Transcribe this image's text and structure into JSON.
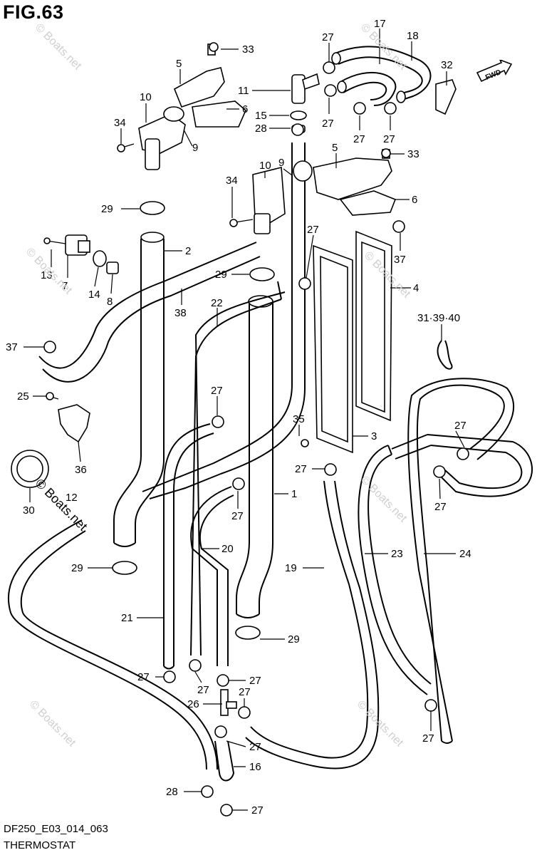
{
  "figure": {
    "title": "FIG.63",
    "code": "DF250_E03_014_063",
    "name": "THERMOSTAT",
    "fwd_label": "FWD",
    "watermark": "© Boats.net"
  },
  "callouts": [
    {
      "id": "c33a",
      "label": "33"
    },
    {
      "id": "c5a",
      "label": "5"
    },
    {
      "id": "c10a",
      "label": "10"
    },
    {
      "id": "c6a",
      "label": "6"
    },
    {
      "id": "c34a",
      "label": "34"
    },
    {
      "id": "c9a",
      "label": "9"
    },
    {
      "id": "c29a",
      "label": "29"
    },
    {
      "id": "c27a",
      "label": "27"
    },
    {
      "id": "c17",
      "label": "17"
    },
    {
      "id": "c18",
      "label": "18"
    },
    {
      "id": "c32",
      "label": "32"
    },
    {
      "id": "c11",
      "label": "11"
    },
    {
      "id": "c15",
      "label": "15"
    },
    {
      "id": "c28a",
      "label": "28"
    },
    {
      "id": "c27b",
      "label": "27"
    },
    {
      "id": "c27c",
      "label": "27"
    },
    {
      "id": "c27d",
      "label": "27"
    },
    {
      "id": "c33b",
      "label": "33"
    },
    {
      "id": "c5b",
      "label": "5"
    },
    {
      "id": "c10b",
      "label": "10"
    },
    {
      "id": "c9b",
      "label": "9"
    },
    {
      "id": "c6b",
      "label": "6"
    },
    {
      "id": "c34b",
      "label": "34"
    },
    {
      "id": "c27e",
      "label": "27"
    },
    {
      "id": "c37a",
      "label": "37"
    },
    {
      "id": "c2",
      "label": "2"
    },
    {
      "id": "c13",
      "label": "13"
    },
    {
      "id": "c7",
      "label": "7"
    },
    {
      "id": "c14",
      "label": "14"
    },
    {
      "id": "c8",
      "label": "8"
    },
    {
      "id": "c29b",
      "label": "29"
    },
    {
      "id": "c4",
      "label": "4"
    },
    {
      "id": "c38",
      "label": "38"
    },
    {
      "id": "c22",
      "label": "22"
    },
    {
      "id": "c31",
      "label": "31·39·40"
    },
    {
      "id": "c37b",
      "label": "37"
    },
    {
      "id": "c25",
      "label": "25"
    },
    {
      "id": "c27f",
      "label": "27"
    },
    {
      "id": "c35",
      "label": "35"
    },
    {
      "id": "c27g",
      "label": "27"
    },
    {
      "id": "c3",
      "label": "3"
    },
    {
      "id": "c36",
      "label": "36"
    },
    {
      "id": "c30",
      "label": "30"
    },
    {
      "id": "c12",
      "label": "12"
    },
    {
      "id": "c27h",
      "label": "27"
    },
    {
      "id": "c27i",
      "label": "27"
    },
    {
      "id": "c27j",
      "label": "27"
    },
    {
      "id": "c1",
      "label": "1"
    },
    {
      "id": "c20",
      "label": "20"
    },
    {
      "id": "c29c",
      "label": "29"
    },
    {
      "id": "c19",
      "label": "19"
    },
    {
      "id": "c23",
      "label": "23"
    },
    {
      "id": "c24",
      "label": "24"
    },
    {
      "id": "c21",
      "label": "21"
    },
    {
      "id": "c29d",
      "label": "29"
    },
    {
      "id": "c27k",
      "label": "27"
    },
    {
      "id": "c27l",
      "label": "27"
    },
    {
      "id": "c27m",
      "label": "27"
    },
    {
      "id": "c26",
      "label": "26"
    },
    {
      "id": "c27n",
      "label": "27"
    },
    {
      "id": "c27o",
      "label": "27"
    },
    {
      "id": "c27p",
      "label": "27"
    },
    {
      "id": "c28b",
      "label": "28"
    },
    {
      "id": "c16",
      "label": "16"
    },
    {
      "id": "c27q",
      "label": "27"
    }
  ]
}
